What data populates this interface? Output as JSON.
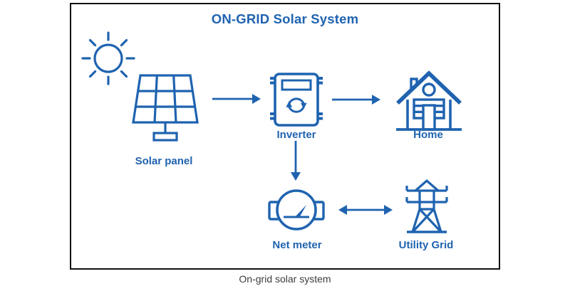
{
  "colors": {
    "accent": "#1F63B0",
    "caption_text": "#3C3C3C",
    "panel_border": "#111111",
    "background": "#FFFFFF"
  },
  "diagram": {
    "title": "ON-GRID Solar System",
    "caption": "On-grid solar system",
    "nodes": {
      "sun": {
        "icon": "sun-icon",
        "label": ""
      },
      "solar_panel": {
        "icon": "solar-panel-icon",
        "label": "Solar panel"
      },
      "inverter": {
        "icon": "inverter-icon",
        "label": "Inverter"
      },
      "home": {
        "icon": "home-icon",
        "label": "Home"
      },
      "net_meter": {
        "icon": "net-meter-icon",
        "label": "Net meter"
      },
      "utility_grid": {
        "icon": "utility-grid-icon",
        "label": "Utility Grid"
      }
    },
    "flows": [
      {
        "from": "Solar panel",
        "to": "Inverter",
        "style": "arrow-right"
      },
      {
        "from": "Inverter",
        "to": "Home",
        "style": "arrow-right"
      },
      {
        "from": "Inverter",
        "to": "Net meter",
        "style": "arrow-down"
      },
      {
        "from": "Net meter",
        "to": "Utility Grid",
        "style": "arrow-bidirectional"
      }
    ]
  }
}
